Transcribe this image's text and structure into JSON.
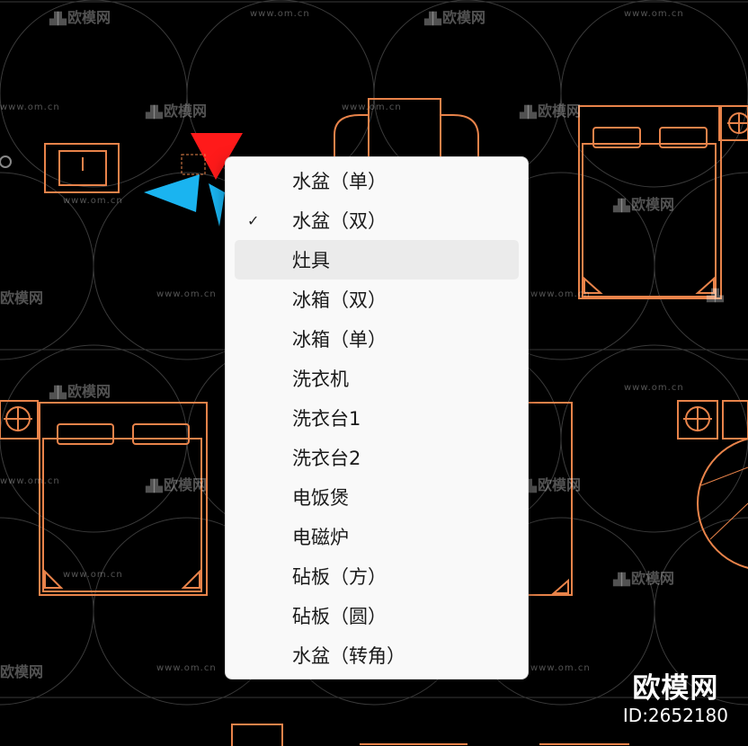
{
  "watermarks": {
    "logo_text": "欧模网",
    "url_text": "www.om.cn"
  },
  "menu": {
    "items": [
      {
        "label": "水盆（单）",
        "checked": false,
        "hover": false
      },
      {
        "label": "水盆（双）",
        "checked": true,
        "hover": false
      },
      {
        "label": "灶具",
        "checked": false,
        "hover": true
      },
      {
        "label": "冰箱（双）",
        "checked": false,
        "hover": false
      },
      {
        "label": "冰箱（单）",
        "checked": false,
        "hover": false
      },
      {
        "label": "洗衣机",
        "checked": false,
        "hover": false
      },
      {
        "label": "洗衣台1",
        "checked": false,
        "hover": false
      },
      {
        "label": "洗衣台2",
        "checked": false,
        "hover": false
      },
      {
        "label": "电饭煲",
        "checked": false,
        "hover": false
      },
      {
        "label": "电磁炉",
        "checked": false,
        "hover": false
      },
      {
        "label": "砧板（方）",
        "checked": false,
        "hover": false
      },
      {
        "label": "砧板（圆）",
        "checked": false,
        "hover": false
      },
      {
        "label": "水盆（转角）",
        "checked": false,
        "hover": false
      }
    ],
    "check_glyph": "✓"
  },
  "brand": {
    "name": "欧模网",
    "id_text": "ID:2652180"
  },
  "colors": {
    "cad_orange": "#e8834a",
    "grid_gray": "#3a3a3a",
    "arrow_red": "#ff1a1a",
    "arrow_cyan": "#1ab4f0"
  }
}
